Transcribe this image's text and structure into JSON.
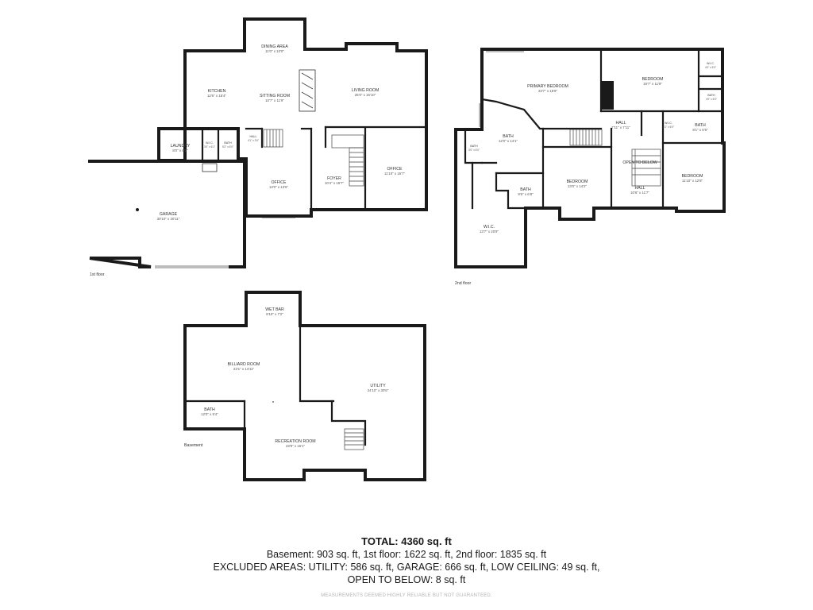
{
  "floors": {
    "first": {
      "label": "1st floor",
      "rooms": {
        "dining": {
          "name": "DINING AREA",
          "dim": "11'0\" x 10'0\""
        },
        "kitchen": {
          "name": "KITCHEN",
          "dim": "12'6\" x 15'4\""
        },
        "sitting": {
          "name": "SITTING ROOM",
          "dim": "10'7\" x 11'9\""
        },
        "living": {
          "name": "LIVING ROOM",
          "dim": "25'0\" x 16'10\""
        },
        "laundry": {
          "name": "LAUNDRY",
          "dim": "8'0\" x 6'0\""
        },
        "wic": {
          "name": "W.I.C.",
          "dim": "3'0\" x 6'1\""
        },
        "bath": {
          "name": "BATH",
          "dim": "5'2\" x 6'0\""
        },
        "hall": {
          "name": "HALL",
          "dim": "4'1\" x 3'6\""
        },
        "office1": {
          "name": "OFFICE",
          "dim": "13'0\" x 13'6\""
        },
        "foyer": {
          "name": "FOYER",
          "dim": "10'4\" x 15'7\""
        },
        "office2": {
          "name": "OFFICE",
          "dim": "11'10\" x 15'7\""
        },
        "garage": {
          "name": "GARAGE",
          "dim": "30'10\" x 20'11\""
        }
      }
    },
    "second": {
      "label": "2nd floor",
      "rooms": {
        "primary": {
          "name": "PRIMARY BEDROOM",
          "dim": "23'7\" x 15'9\""
        },
        "bedroomTop": {
          "name": "BEDROOM",
          "dim": "19'7\" x 11'9\""
        },
        "wicTop": {
          "name": "W.I.C.",
          "dim": "4'0\" x 5'0\""
        },
        "bathTop": {
          "name": "BATH",
          "dim": "4'0\" x 6'0\""
        },
        "bathPrimary": {
          "name": "BATH",
          "dim": "12'0\" x 14'1\""
        },
        "bathSmall": {
          "name": "BATH",
          "dim": "3'0\" x 6'0\""
        },
        "hallTop": {
          "name": "HALL",
          "dim": "7'11\" x 7'11\""
        },
        "wicMid": {
          "name": "W.I.C.",
          "dim": "4'1\" x 6'0\""
        },
        "bathRight": {
          "name": "BATH",
          "dim": "8'1\" x 6'6\""
        },
        "openBelow": {
          "name": "OPEN TO BELOW",
          "dim": ""
        },
        "bedroomMid": {
          "name": "BEDROOM",
          "dim": "13'0\" x 14'2\""
        },
        "bedroomRight": {
          "name": "BEDROOM",
          "dim": "11'10\" x 12'8\""
        },
        "hallLower": {
          "name": "HALL",
          "dim": "10'6\" x 11'7\""
        },
        "bathLower": {
          "name": "BATH",
          "dim": "9'6\" x 6'8\""
        },
        "wicBig": {
          "name": "W.I.C.",
          "dim": "13'7\" x 20'9\""
        }
      }
    },
    "basement": {
      "label": "Basement",
      "rooms": {
        "wetbar": {
          "name": "WET BAR",
          "dim": "9'10\" x 7'2\""
        },
        "billiard": {
          "name": "BILLIARD ROOM",
          "dim": "23'1\" x 14'11\""
        },
        "utility": {
          "name": "UTILITY",
          "dim": "24'10\" x 30'6\""
        },
        "bath": {
          "name": "BATH",
          "dim": "12'0\" x 5'4\""
        },
        "recreation": {
          "name": "RECREATION ROOM",
          "dim": "23'9\" x 16'1\""
        }
      }
    }
  },
  "totals": {
    "total": "TOTAL: 4360 sq. ft",
    "line1": "Basement: 903 sq. ft, 1st floor: 1622 sq. ft, 2nd floor: 1835 sq. ft",
    "line2": "EXCLUDED AREAS: UTILITY: 586 sq. ft, GARAGE: 666 sq. ft, LOW CEILING: 49 sq. ft,",
    "line3": "OPEN TO BELOW: 8 sq. ft",
    "disclaimer": "MEASUREMENTS DEEMED HIGHLY RELIABLE BUT NOT GUARANTEED."
  }
}
